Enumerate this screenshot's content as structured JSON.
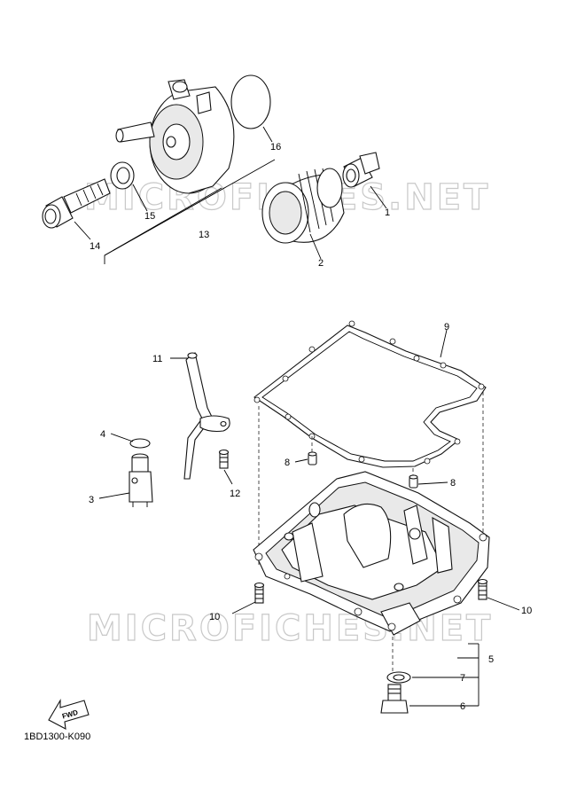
{
  "watermark": "MICROFICHES.NET",
  "diagram_code": "1BD1300-K090",
  "fwd_label": "FWD",
  "callouts": {
    "p1": "1",
    "p2": "2",
    "p3": "3",
    "p4": "4",
    "p5": "5",
    "p6": "6",
    "p7": "7",
    "p8a": "8",
    "p8b": "8",
    "p9": "9",
    "p10a": "10",
    "p10b": "10",
    "p11": "11",
    "p12": "12",
    "p13": "13",
    "p14": "14",
    "p15": "15",
    "p16": "16"
  },
  "parts": [
    {
      "ref": "1",
      "name": "oil-filter-union-bolt"
    },
    {
      "ref": "2",
      "name": "oil-filter-cartridge"
    },
    {
      "ref": "3",
      "name": "oil-strainer"
    },
    {
      "ref": "4",
      "name": "o-ring"
    },
    {
      "ref": "5",
      "name": "drain-bolt-assy"
    },
    {
      "ref": "6",
      "name": "drain-bolt"
    },
    {
      "ref": "7",
      "name": "gasket"
    },
    {
      "ref": "8",
      "name": "dowel-pin"
    },
    {
      "ref": "9",
      "name": "oil-pan-gasket"
    },
    {
      "ref": "10",
      "name": "bolt"
    },
    {
      "ref": "11",
      "name": "oil-level-pipe"
    },
    {
      "ref": "12",
      "name": "bolt"
    },
    {
      "ref": "13",
      "name": "oil-cooler-assy"
    },
    {
      "ref": "14",
      "name": "union-bolt"
    },
    {
      "ref": "15",
      "name": "gasket"
    },
    {
      "ref": "16",
      "name": "o-ring"
    }
  ]
}
